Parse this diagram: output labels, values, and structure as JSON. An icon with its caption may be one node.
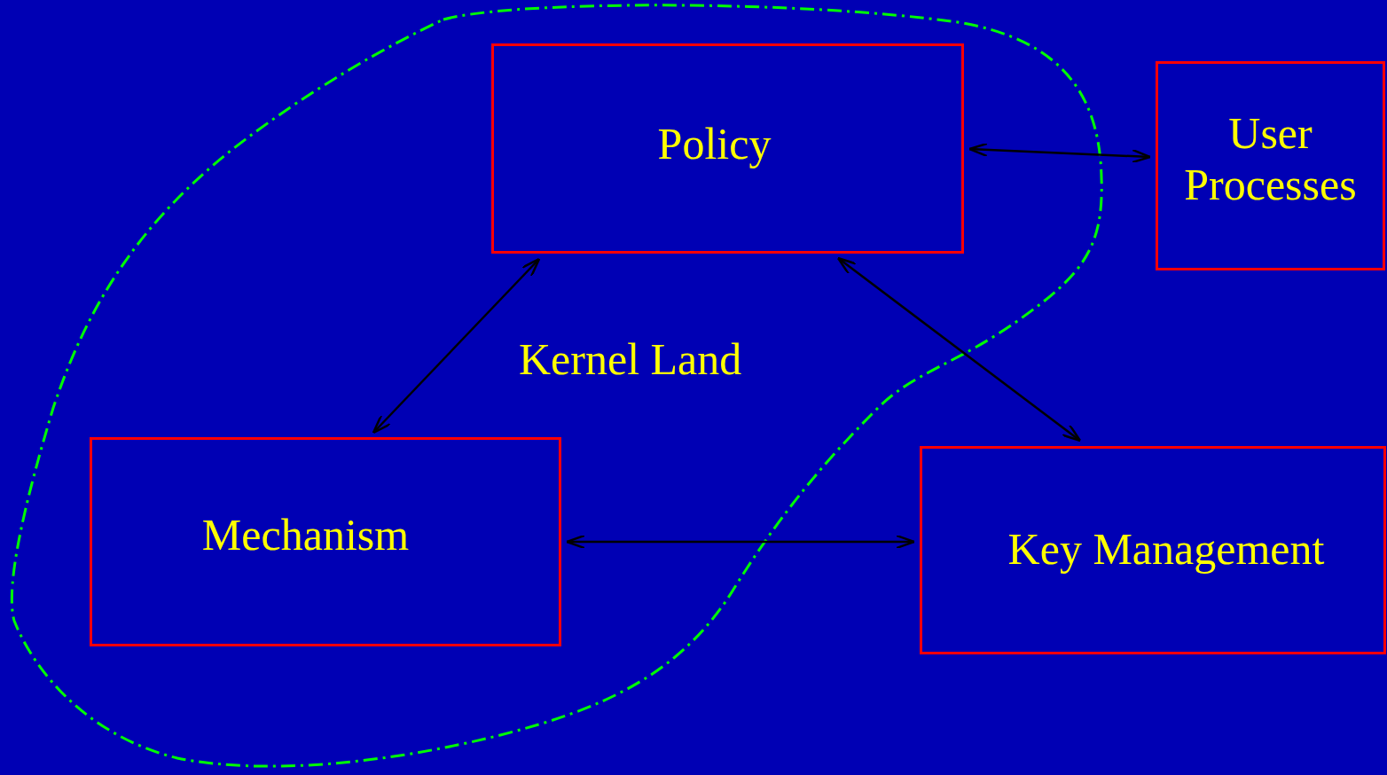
{
  "diagram": {
    "nodes": [
      {
        "text": [
          "Policy"
        ]
      },
      {
        "text": [
          "User Processes"
        ]
      },
      {
        "text": [
          "Mechanism"
        ]
      },
      {
        "text": [
          "Key Management"
        ]
      }
    ],
    "edges": [
      {
        "from": 0,
        "to": 1,
        "arrow": "both"
      },
      {
        "from": 0,
        "to": 2,
        "arrow": "both"
      },
      {
        "from": 0,
        "to": 3,
        "arrow": "both"
      },
      {
        "from": 2,
        "to": 3,
        "arrow": "both"
      }
    ],
    "labels": [
      "Kernel Land"
    ]
  }
}
